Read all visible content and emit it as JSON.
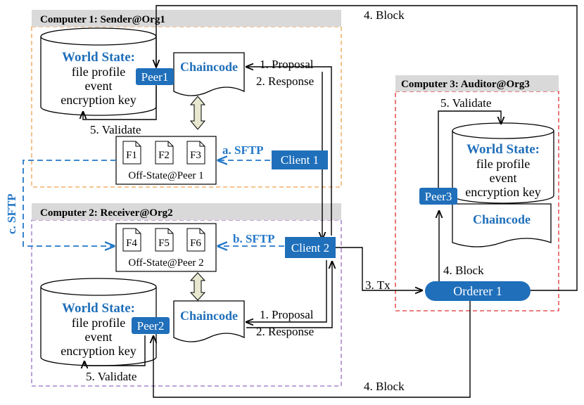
{
  "computers": {
    "c1": {
      "title": "Computer 1: Sender@Org1"
    },
    "c2": {
      "title": "Computer 2: Receiver@Org2"
    },
    "c3": {
      "title": "Computer 3: Auditor@Org3"
    }
  },
  "world_state": {
    "heading": "World State:",
    "line1": "file profile",
    "line2": "event",
    "line3": "encryption key"
  },
  "nodes": {
    "peer1": "Peer1",
    "peer2": "Peer2",
    "peer3": "Peer3",
    "client1": "Client 1",
    "client2": "Client 2",
    "orderer1": "Orderer 1",
    "chaincode": "Chaincode"
  },
  "offstate": {
    "peer1": {
      "label": "Off-State@Peer 1",
      "files": [
        "F1",
        "F2",
        "F3"
      ]
    },
    "peer2": {
      "label": "Off-State@Peer 2",
      "files": [
        "F4",
        "F5",
        "F6"
      ]
    }
  },
  "flows": {
    "proposal": "1. Proposal",
    "response": "2. Response",
    "tx": "3. Tx",
    "block": "4. Block",
    "validate": "5. Validate",
    "sftp_a": "a. SFTP",
    "sftp_b": "b. SFTP",
    "sftp_c": "c. SFTP"
  },
  "colors": {
    "node_blue": "#1f6fba",
    "title_bar": "#d9d9d9",
    "c1_border": "#f0a050",
    "c2_border": "#9b6cc4",
    "c3_border": "#e03030",
    "sftp_blue": "#2478c8",
    "heading_blue": "#1f6fba",
    "sync_fill": "#e8e8d0"
  }
}
